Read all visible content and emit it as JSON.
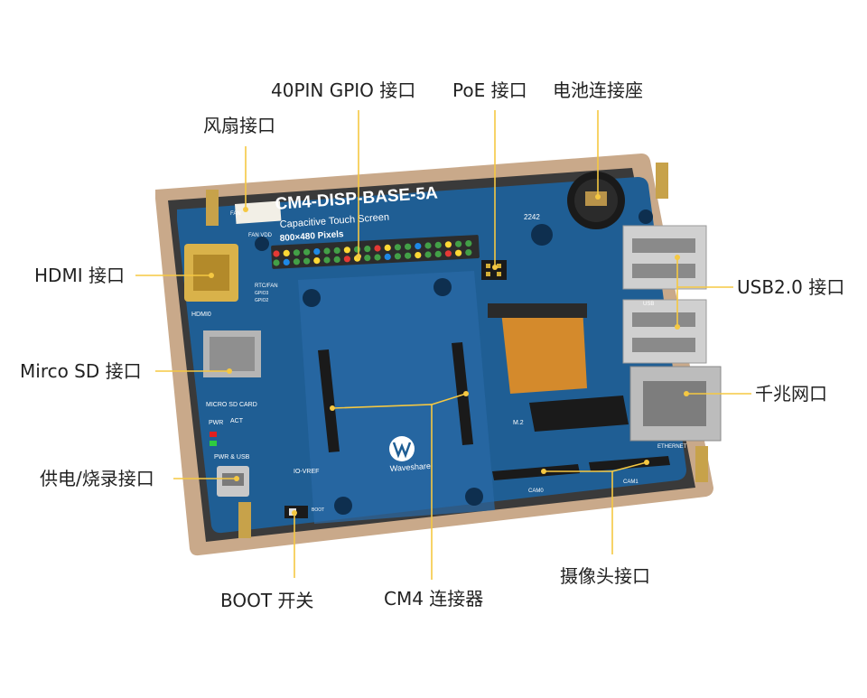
{
  "labels": {
    "gpio": "40PIN GPIO 接口",
    "poe": "PoE 接口",
    "battery": "电池连接座",
    "fan": "风扇接口",
    "hdmi": "HDMI 接口",
    "usb": "USB2.0 接口",
    "sd": "Mirco SD 接口",
    "ethernet": "千兆网口",
    "power": "供电/烧录接口",
    "camera": "摄像头接口",
    "boot": "BOOT 开关",
    "cm4": "CM4 连接器"
  },
  "board": {
    "title": "CM4-DISP-BASE-5A",
    "subtitle": "Capacitive Touch Screen",
    "resolution": "800×480 Pixels",
    "brand": "Waveshare",
    "silk": {
      "fan": "FAN",
      "fan_vdd": "FAN VDD",
      "hdmi": "HDMI0",
      "rtc_fan": "RTC/FAN",
      "gpio3": "GPIO3",
      "gpio2": "GPIO2",
      "micro_sd": "MICRO SD CARD",
      "pwr": "PWR",
      "act": "ACT",
      "pwr_usb": "PWR & USB",
      "io_vref": "IO-VREF",
      "boot": "BOOT",
      "usb": "USB",
      "ethernet": "ETHERNET",
      "cam0": "CAM0",
      "cam1": "CAM1",
      "m2": "M.2",
      "code": "2242"
    }
  },
  "colors": {
    "leader": "#f5c842",
    "pcb": "#1f5e94",
    "bezel": "#c9a98a",
    "label": "#222222"
  }
}
